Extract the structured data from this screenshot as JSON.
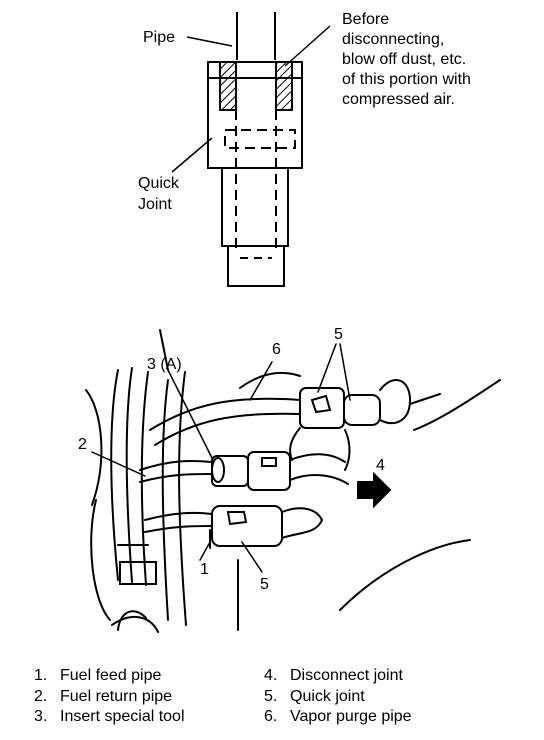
{
  "top_figure": {
    "pipe_label": "Pipe",
    "note_lines": [
      "Before",
      "disconnecting,",
      "blow off dust, etc.",
      "of this portion with",
      "compressed air."
    ],
    "quick_joint_lines": [
      "Quick",
      "Joint"
    ]
  },
  "bottom_figure": {
    "callouts": {
      "c1": "1",
      "c2": "2",
      "c3": "3 (A)",
      "c4": "4",
      "c5a": "5",
      "c5b": "5",
      "c6": "6"
    }
  },
  "legend": {
    "items": [
      {
        "num": "1.",
        "text": "Fuel feed pipe"
      },
      {
        "num": "2.",
        "text": "Fuel return pipe"
      },
      {
        "num": "3.",
        "text": "Insert special tool"
      },
      {
        "num": "4.",
        "text": "Disconnect joint"
      },
      {
        "num": "5.",
        "text": "Quick joint"
      },
      {
        "num": "6.",
        "text": "Vapor purge pipe"
      }
    ]
  }
}
